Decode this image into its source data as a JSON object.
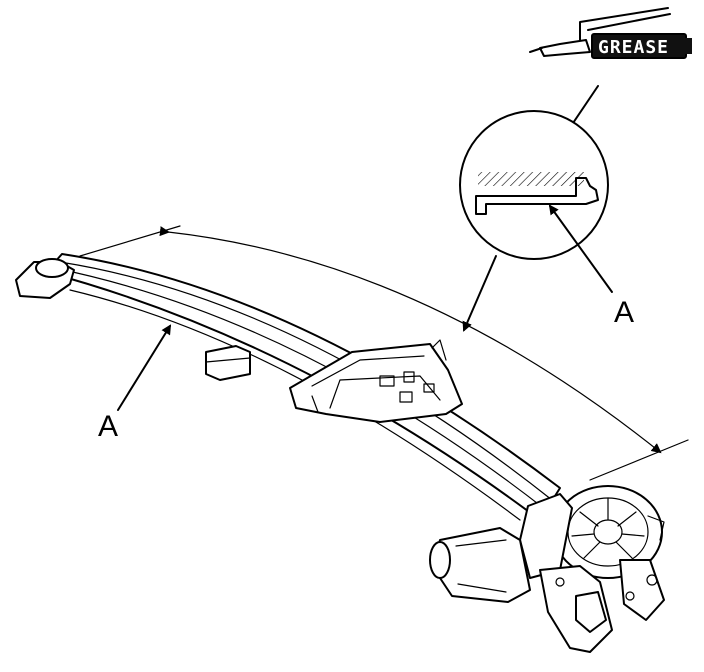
{
  "labels": {
    "grease": "GREASE",
    "callout_a_right": "A",
    "callout_a_left": "A"
  }
}
